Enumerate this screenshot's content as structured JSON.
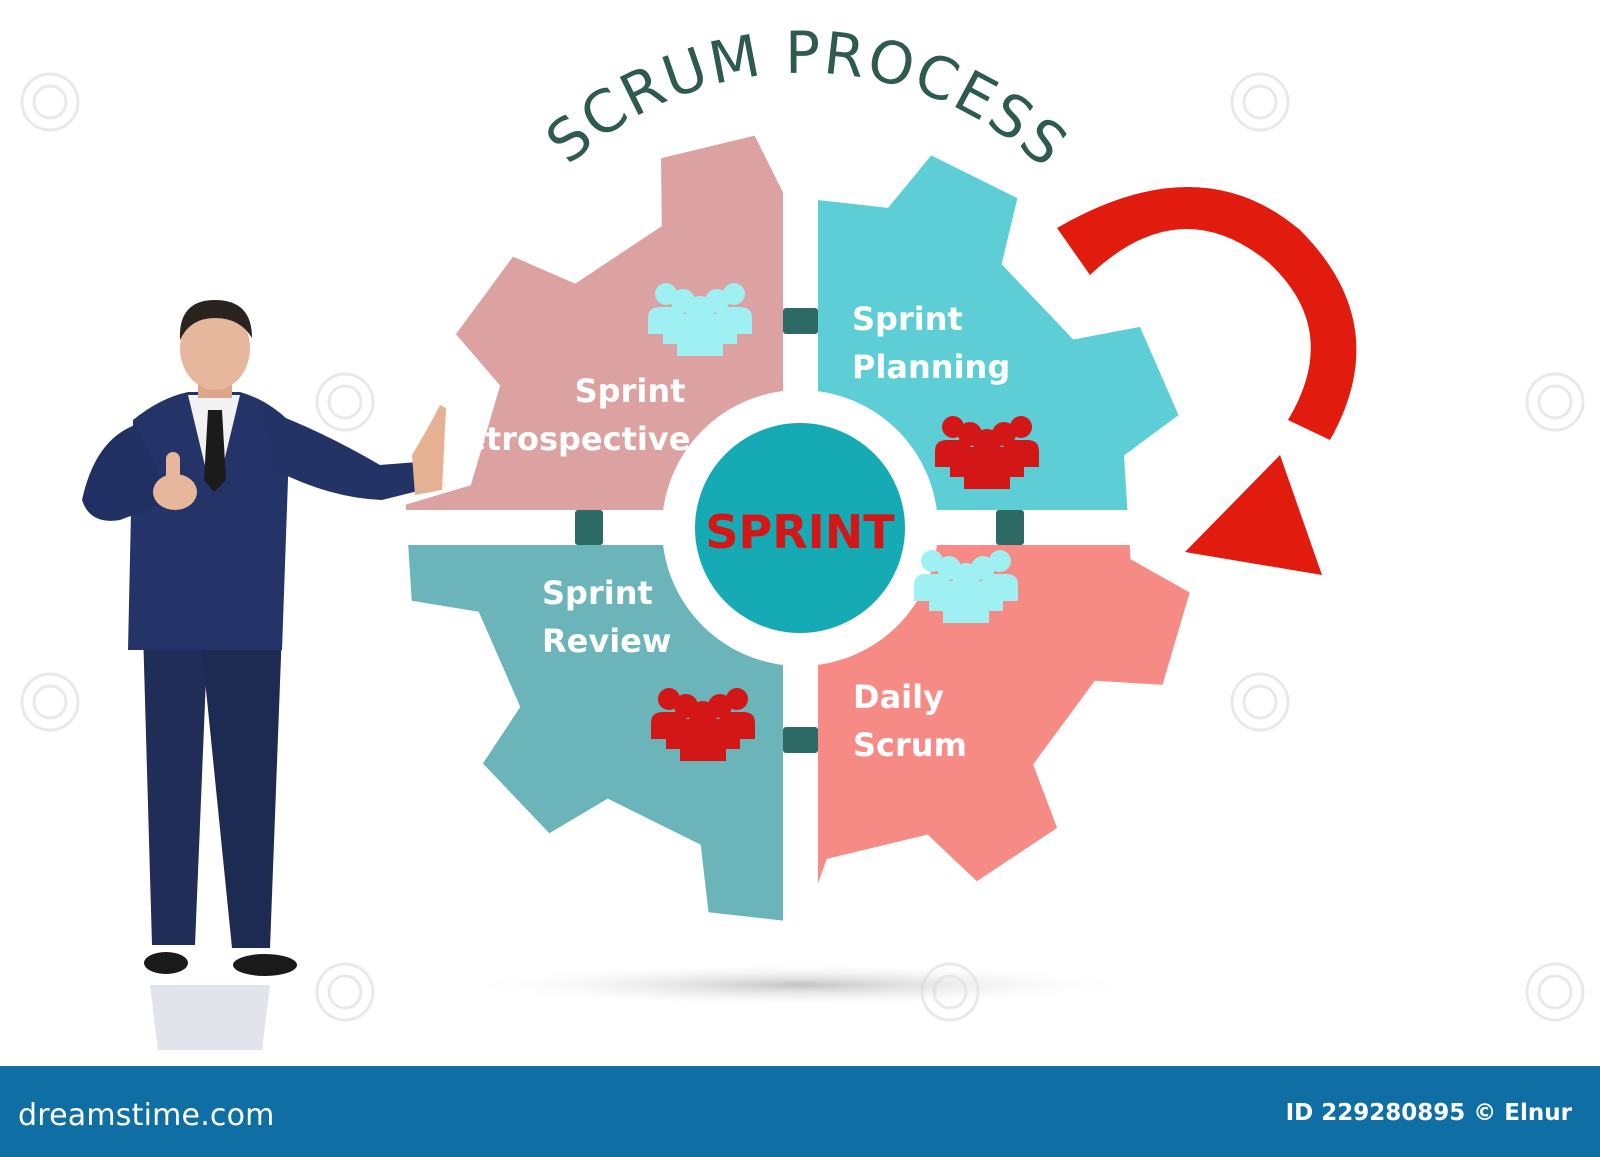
{
  "diagram": {
    "title": "SCRUM PROCESS",
    "center_label": "SPRINT",
    "gears": [
      {
        "line1": "Sprint",
        "line2": "Retrospective",
        "color": "#dca2a2",
        "team_icon_color": "#9ff0f2"
      },
      {
        "line1": "Sprint",
        "line2": "Planning",
        "color": "#5dcdd6",
        "team_icon_color": "#d31616"
      },
      {
        "line1": "Sprint",
        "line2": "Review",
        "color": "#6ab4ba",
        "team_icon_color": "#d31616"
      },
      {
        "line1": "Daily",
        "line2": "Scrum",
        "color": "#f68a84",
        "team_icon_color": "#9ff0f2"
      }
    ],
    "center_color": "#16aab4",
    "center_text_color": "#d31616",
    "title_color": "#2e5a52",
    "connector_color": "#2e6a65",
    "cycle_arrow_color": "#e11b0e",
    "icons": [
      "team-icon",
      "cycle-arrow-icon"
    ]
  },
  "footer": {
    "logo": "dreamstime.com",
    "id_text": "ID 229280895 © Elnur",
    "bar_color": "#0f6ea4"
  }
}
